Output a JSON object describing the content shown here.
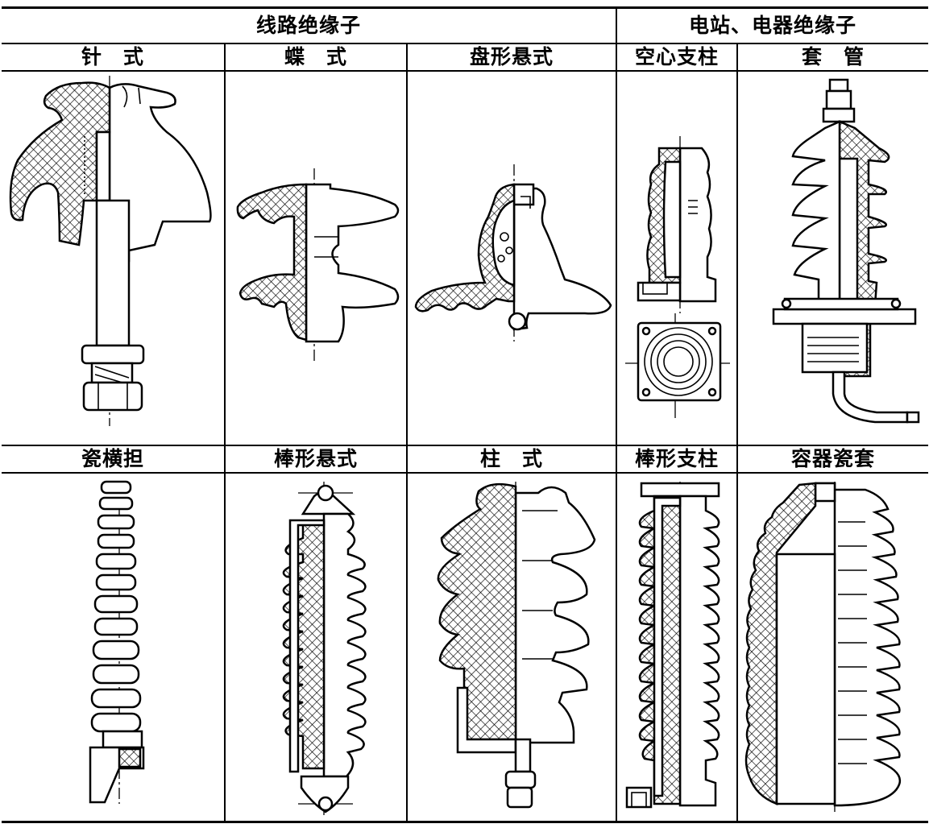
{
  "table": {
    "group_headers": {
      "line_insulators": "线路绝缘子",
      "station_apparatus_insulators": "电站、电器绝缘子"
    },
    "row1": {
      "pin_type": "针　式",
      "butterfly_type": "蝶　式",
      "disc_suspension": "盘形悬式",
      "hollow_post": "空心支柱",
      "bushing": "套　管"
    },
    "row2": {
      "porcelain_crossarm": "瓷横担",
      "rod_suspension": "棒形悬式",
      "post_type": "柱　式",
      "rod_post": "棒形支柱",
      "apparatus_housing": "容器瓷套"
    }
  }
}
